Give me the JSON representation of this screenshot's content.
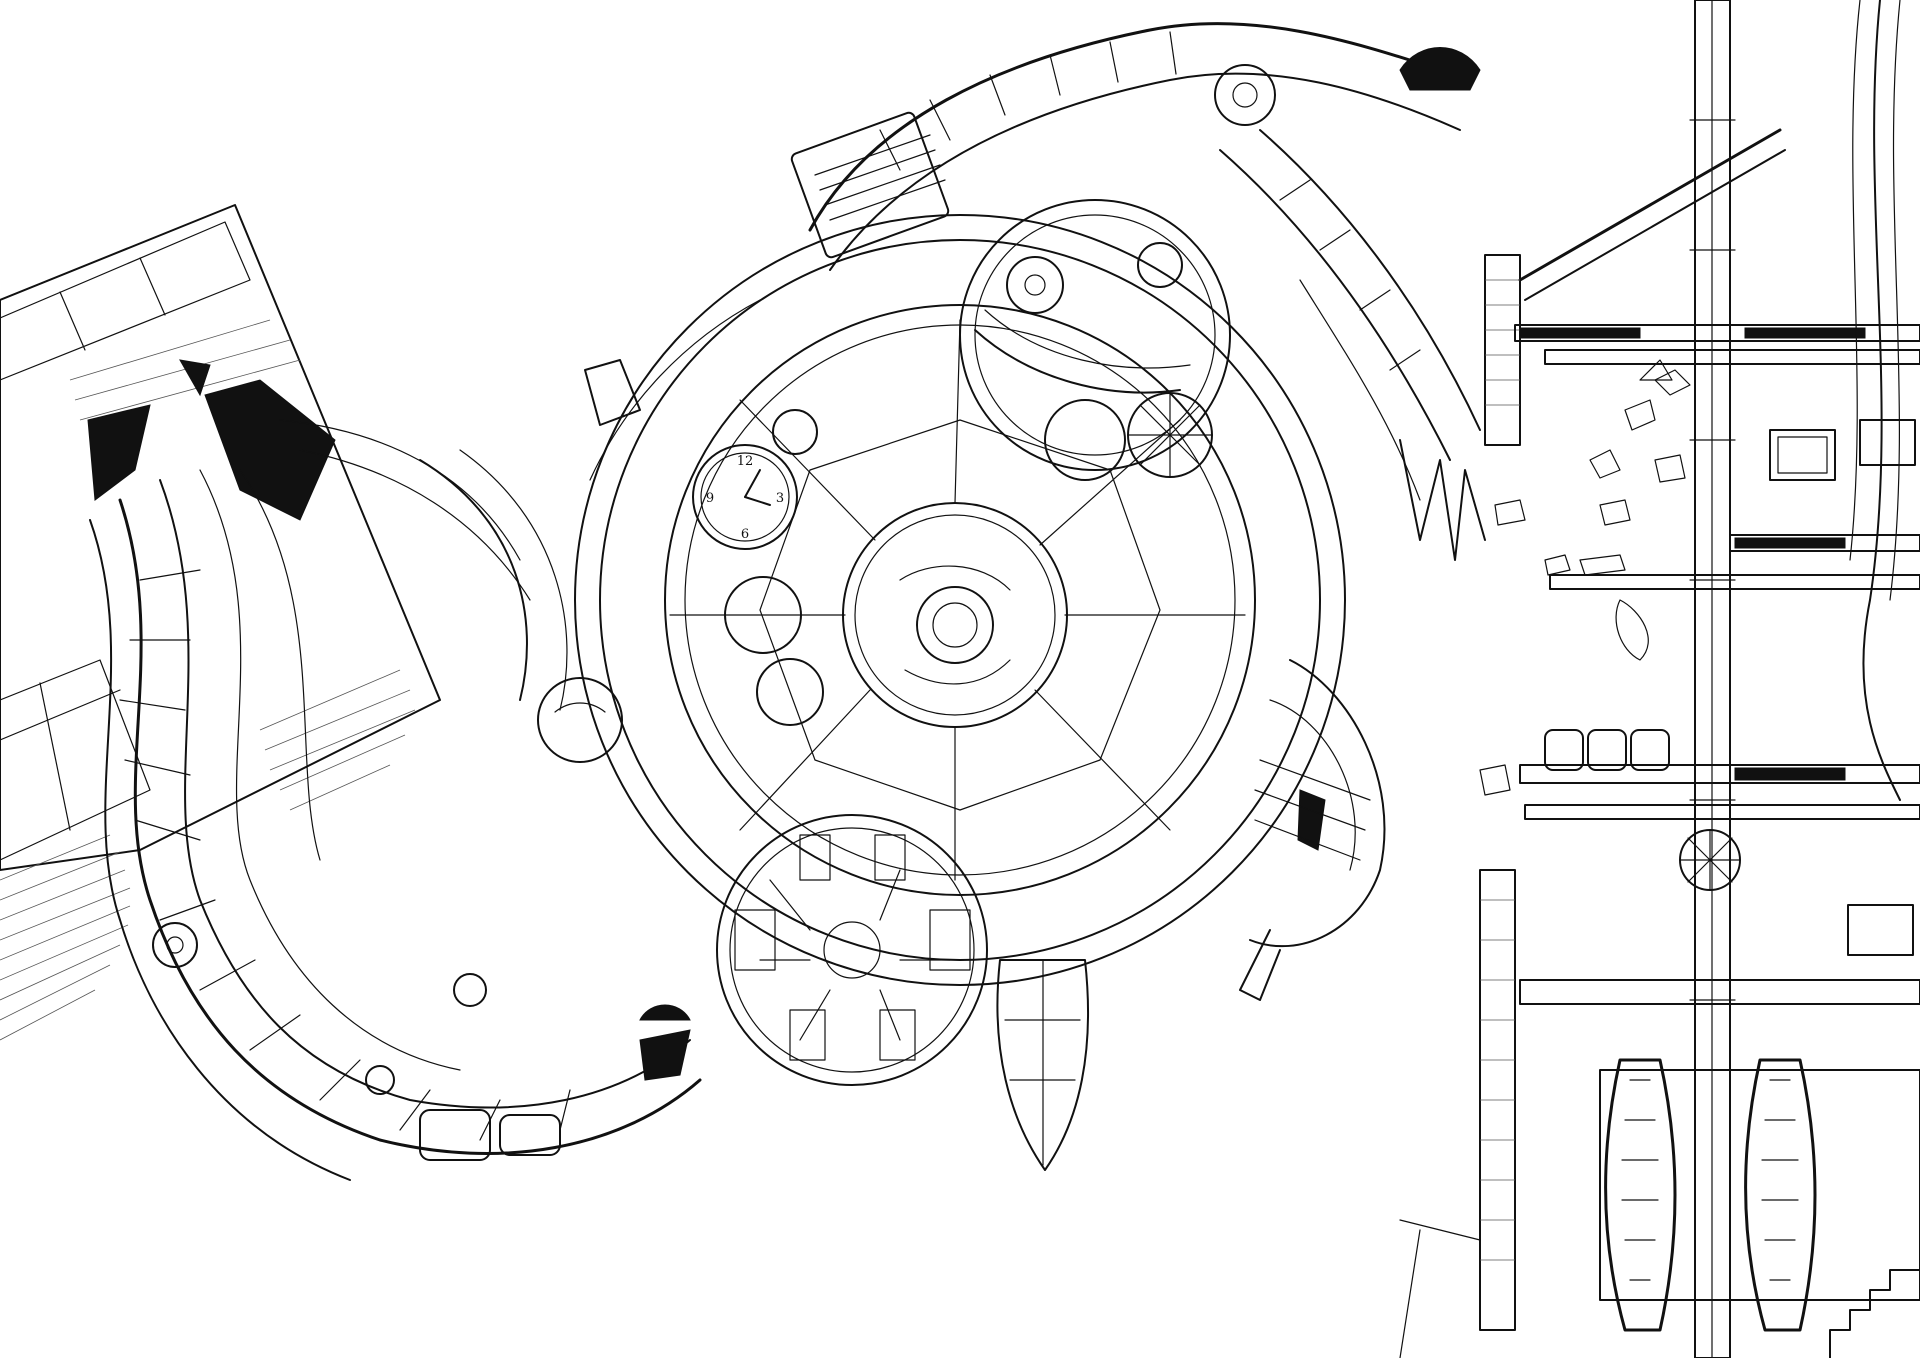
{
  "artwork": {
    "style": "black ink line drawing on white",
    "colors": {
      "ink": "#111111",
      "paper": "#ffffff"
    },
    "clock_numerals": [
      "12",
      "3",
      "6",
      "9"
    ]
  }
}
